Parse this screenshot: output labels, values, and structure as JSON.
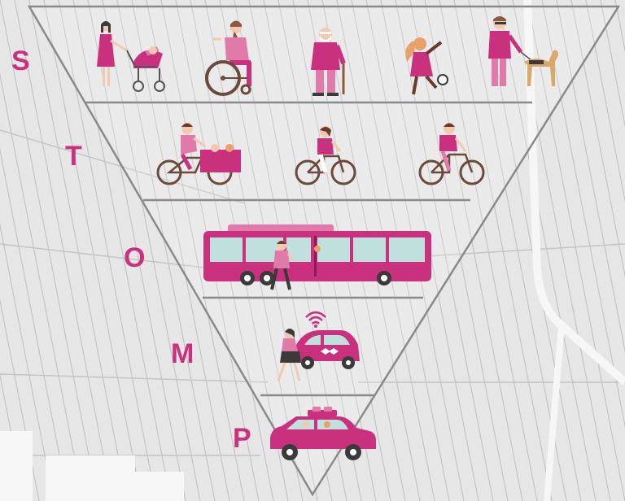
{
  "acronym": {
    "letters": [
      "S",
      "T",
      "O",
      "M",
      "P"
    ]
  },
  "colors": {
    "accent": "#c9317f",
    "accent_light": "#e07aa9",
    "background": "#e6e6e7",
    "map_lines": "#c4c4c6",
    "map_roads": "#f6f6f6",
    "pyramid_stroke": "#8a8a8c",
    "skin": "#f2c9ad",
    "window": "#bfe0dc",
    "dark": "#3a3a3a",
    "dog": "#d9a86b"
  },
  "tiers": [
    {
      "letter": "S",
      "category": "walking",
      "icons": [
        "woman-with-pram-icon",
        "wheelchair-user-icon",
        "elderly-man-with-cane-icon",
        "girl-kicking-ball-icon",
        "blind-man-with-guide-dog-icon"
      ]
    },
    {
      "letter": "T",
      "category": "cycling",
      "icons": [
        "cargo-bike-rider-icon",
        "woman-cyclist-icon",
        "man-cyclist-icon"
      ]
    },
    {
      "letter": "O",
      "category": "public-transport",
      "icons": [
        "articulated-bus-icon",
        "boarding-passenger-icon"
      ]
    },
    {
      "letter": "M",
      "category": "shared-mobility",
      "icons": [
        "wifi-signal-icon",
        "shared-car-icon",
        "walking-woman-icon"
      ]
    },
    {
      "letter": "P",
      "category": "private-car",
      "icons": [
        "private-car-with-roof-luggage-icon"
      ]
    }
  ]
}
